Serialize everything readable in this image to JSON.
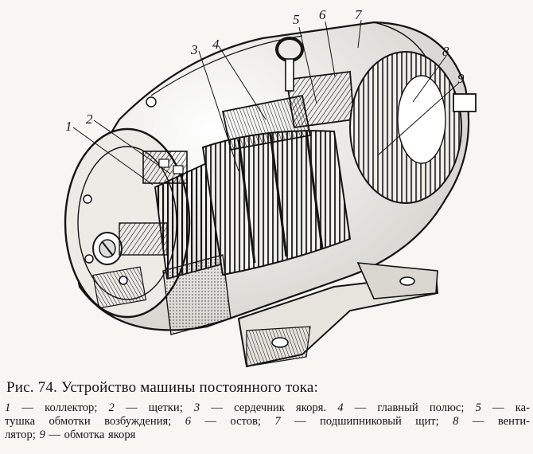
{
  "figure": {
    "callouts": [
      "1",
      "2",
      "3",
      "4",
      "5",
      "6",
      "7",
      "8",
      "9"
    ]
  },
  "caption": {
    "title": "Рис. 74. Устройство машины постоянного тока:",
    "legend_lines": [
      [
        {
          "num": "1",
          "text": " — коллектор; "
        },
        {
          "num": "2",
          "text": " — щетки; "
        },
        {
          "num": "3",
          "text": " — сердечник якоря. "
        },
        {
          "num": "4",
          "text": " — главный полюс; "
        },
        {
          "num": "5",
          "text": " — ка-"
        }
      ],
      [
        {
          "num": "",
          "text": "тушка обмотки возбуждения; "
        },
        {
          "num": "6",
          "text": " — остов; "
        },
        {
          "num": "7",
          "text": " — подшипниковый щит; "
        },
        {
          "num": "8",
          "text": " — венти-"
        }
      ],
      [
        {
          "num": "",
          "text": "лятор; "
        },
        {
          "num": "9",
          "text": " — обмотка якоря"
        }
      ]
    ]
  }
}
